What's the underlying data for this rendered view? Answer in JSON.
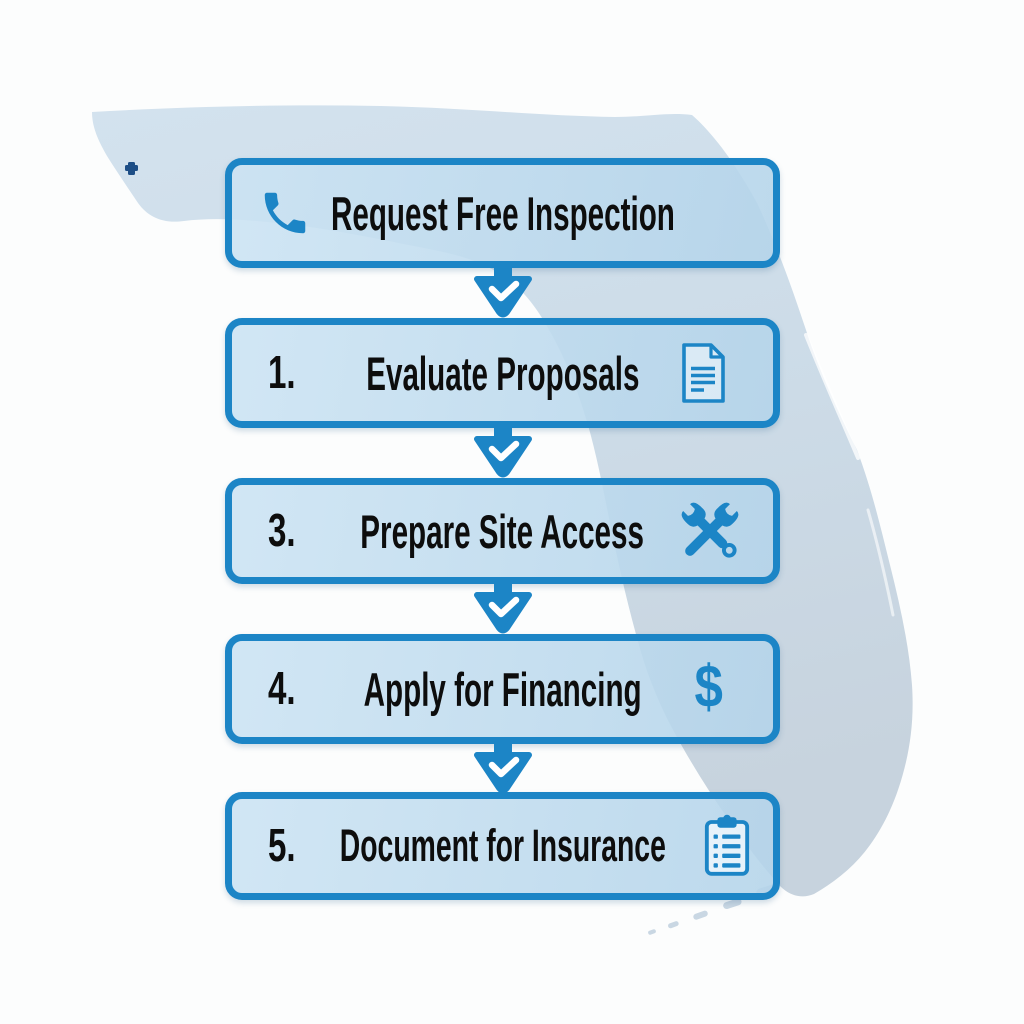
{
  "infographic": {
    "map": {
      "name": "florida-silhouette"
    },
    "colors": {
      "accent": "#1c85c6",
      "box_fill": "#c3ddee",
      "map_fill": "#cfdfeb",
      "text": "#0d0d0d",
      "background": "#fcfdfd",
      "marker": "#1d4e86"
    },
    "steps": [
      {
        "number": "",
        "label": "Request Free Inspection",
        "icon": "phone-icon"
      },
      {
        "number": "1.",
        "label": "Evaluate Proposals",
        "icon": "document-icon"
      },
      {
        "number": "3.",
        "label": "Prepare Site Access",
        "icon": "tools-icon"
      },
      {
        "number": "4.",
        "label": "Apply for Financing",
        "icon": "dollar-icon",
        "glyph": "$"
      },
      {
        "number": "5.",
        "label": "Document for Insurance",
        "icon": "clipboard-icon"
      }
    ],
    "connector": {
      "icon": "arrow-down-check-icon"
    }
  }
}
